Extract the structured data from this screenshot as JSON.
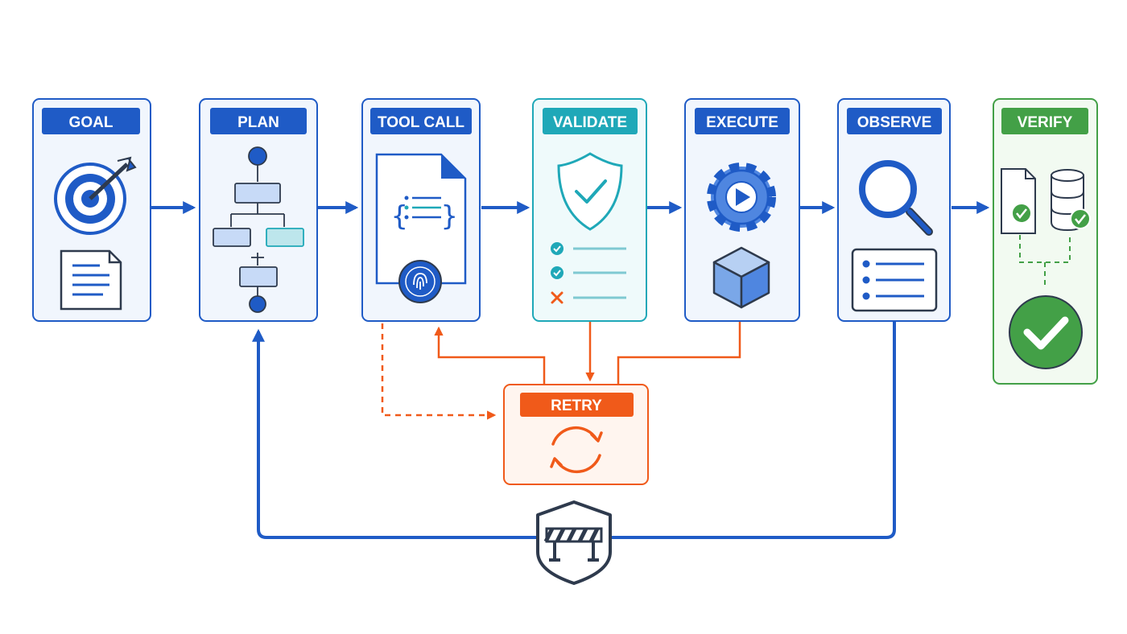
{
  "stages": {
    "goal": {
      "label": "GOAL"
    },
    "plan": {
      "label": "PLAN"
    },
    "tool_call": {
      "label": "TOOL CALL"
    },
    "validate": {
      "label": "VALIDATE"
    },
    "execute": {
      "label": "EXECUTE"
    },
    "observe": {
      "label": "OBSERVE"
    },
    "verify": {
      "label": "VERIFY"
    },
    "retry": {
      "label": "RETRY"
    }
  },
  "colors": {
    "blue": "#1f5bc6",
    "teal": "#1fa8b8",
    "green": "#43a047",
    "orange": "#f05a1a",
    "dark": "#2e3a4d"
  },
  "icons": {
    "goal": [
      "target-icon",
      "document-icon"
    ],
    "plan": [
      "flowchart-icon"
    ],
    "tool_call": [
      "code-file-icon",
      "fingerprint-seal-icon"
    ],
    "validate": [
      "shield-check-icon",
      "checklist-icon"
    ],
    "execute": [
      "gear-play-icon",
      "cube-icon"
    ],
    "observe": [
      "magnifier-icon",
      "list-panel-icon"
    ],
    "verify": [
      "file-check-icon",
      "database-check-icon",
      "success-check-icon"
    ],
    "retry": [
      "refresh-icon"
    ],
    "guardrail": [
      "barrier-shield-icon"
    ]
  }
}
